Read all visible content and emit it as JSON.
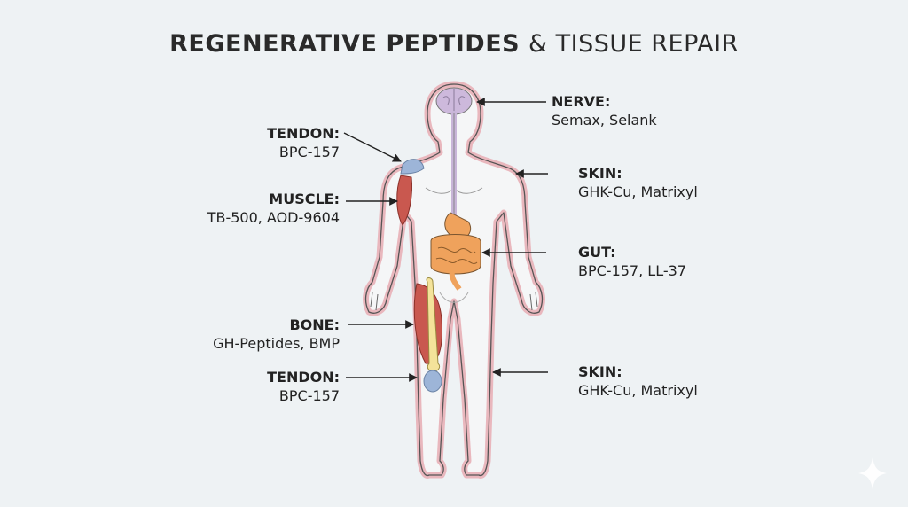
{
  "title": {
    "main": "REGENERATIVE PEPTIDES",
    "rest": "& TISSUE REPAIR"
  },
  "labels": {
    "nerve": {
      "head": "NERVE:",
      "sub": "Semax, Selank"
    },
    "skin_upper": {
      "head": "SKIN:",
      "sub": "GHK-Cu, Matrixyl"
    },
    "gut": {
      "head": "GUT:",
      "sub": "BPC-157, LL-37"
    },
    "skin_lower": {
      "head": "SKIN:",
      "sub": "GHK-Cu, Matrixyl"
    },
    "tendon_upper": {
      "head": "TENDON:",
      "sub": "BPC-157"
    },
    "muscle": {
      "head": "MUSCLE:",
      "sub": "TB-500, AOD-9604"
    },
    "bone": {
      "head": "BONE:",
      "sub": "GH-Peptides, BMP"
    },
    "tendon_lower": {
      "head": "TENDON:",
      "sub": "BPC-157"
    }
  },
  "colors": {
    "background": "#eef2f4",
    "body_glow": "#e9b7bd",
    "brain": "#cdb9dc",
    "spinal_cord": "#c8b5d8",
    "muscle": "#c9584f",
    "tendon": "#9db5d8",
    "bone": "#f4e39a",
    "gut": "#efa25c"
  },
  "icons": [
    "sparkle-icon"
  ]
}
